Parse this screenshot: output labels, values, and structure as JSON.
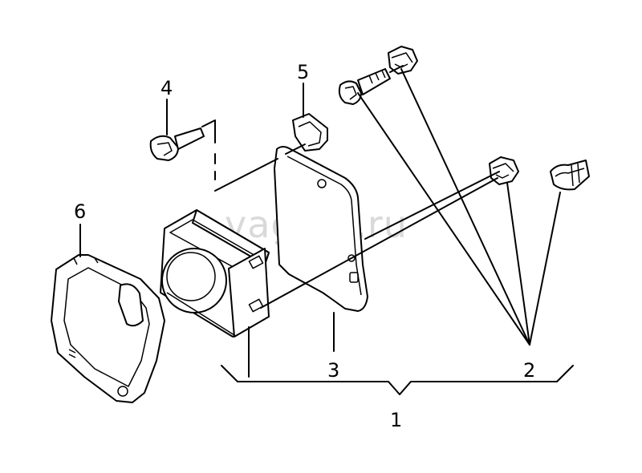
{
  "watermark": "vagtec.ru",
  "callouts": {
    "c1": "1",
    "c2": "2",
    "c3": "3",
    "c4": "4",
    "c5": "5",
    "c6": "6"
  }
}
